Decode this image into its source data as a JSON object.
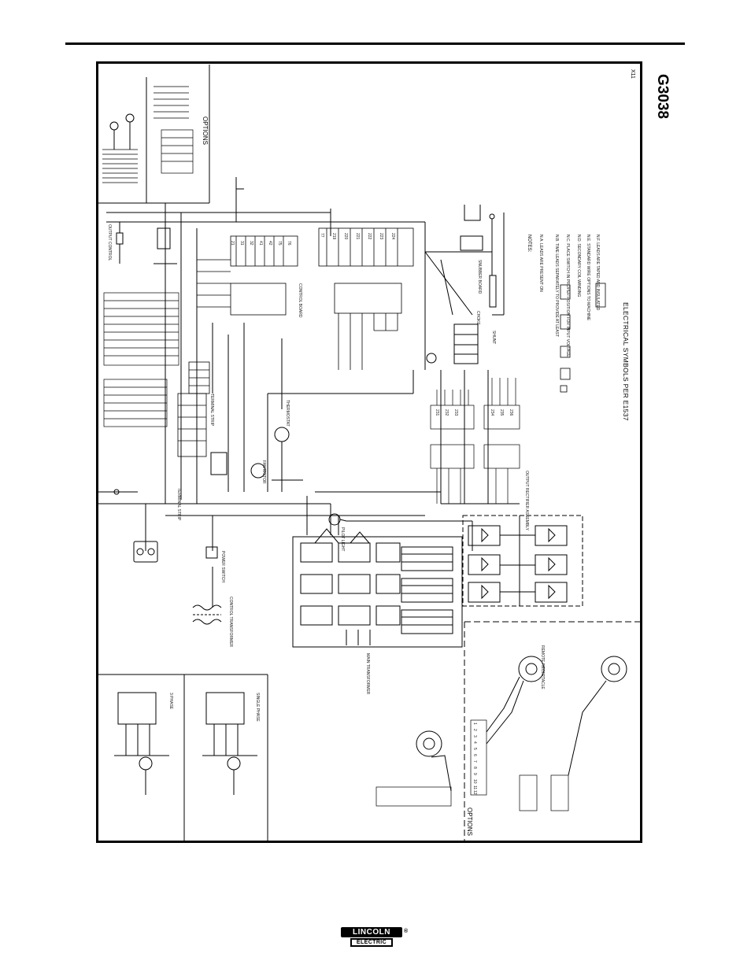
{
  "page": {
    "drawing_number": "G3038",
    "revision": "X11",
    "electrical_symbols_note": "ELECTRICAL SYMBOLS PER E1537",
    "options_label_upper": "OPTIONS",
    "options_label_lower": "OPTIONS",
    "notes_title": "NOTES:",
    "notes": [
      "N.A. LEADS ARE PRESENT ON",
      "N.B. TIME LEADS SEPARATELY TO PROVIDE AT LEAST",
      "N.C. PLACE SWITCH IN PROPER POSITION FOR INPUT VOLTAGE",
      "N.D. SECONDARY COIL WINDING",
      "N.E. STANDARD WIRE OPTIONS TO MACHINE",
      "N.F. LEADS ARE TAPED AND INSULATED"
    ],
    "component_labels": {
      "control_transformer": "CONTROL TRANSFORMER",
      "power_switch": "POWER SWITCH",
      "fan_motor": "FAN MOTOR",
      "output_control": "OUTPUT CONTROL",
      "main_transformer": "MAIN TRANSFORMER",
      "output_rectifier": "OUTPUT RECTIFIER ASSEMBLY",
      "control_board": "CONTROL BOARD",
      "snubber_board": "SNUBBER BOARD",
      "shunt": "SHUNT",
      "choke": "CHOKE",
      "thermostat": "THERMOSTAT",
      "pilot_light": "PILOT LIGHT",
      "three_phase": "3 PHASE",
      "single_phase": "SINGLE PHASE",
      "remote_receptacle": "REMOTE RECEPTACLE",
      "terminal_strip": "TERMINAL STRIP",
      "terminal_strip_2": "TERMINAL STRIP"
    },
    "connector_pins": [
      "1",
      "2",
      "3",
      "4",
      "5",
      "6",
      "7",
      "8",
      "9",
      "10",
      "11",
      "12"
    ],
    "wire_numbers": [
      "21",
      "31",
      "32",
      "41",
      "42",
      "75",
      "76",
      "77",
      "219",
      "220",
      "221",
      "222",
      "223",
      "224",
      "231",
      "232",
      "233",
      "234",
      "235",
      "236"
    ]
  },
  "brand": {
    "logo_line1": "LINCOLN",
    "logo_reg": "®",
    "logo_line2": "ELECTRIC"
  }
}
